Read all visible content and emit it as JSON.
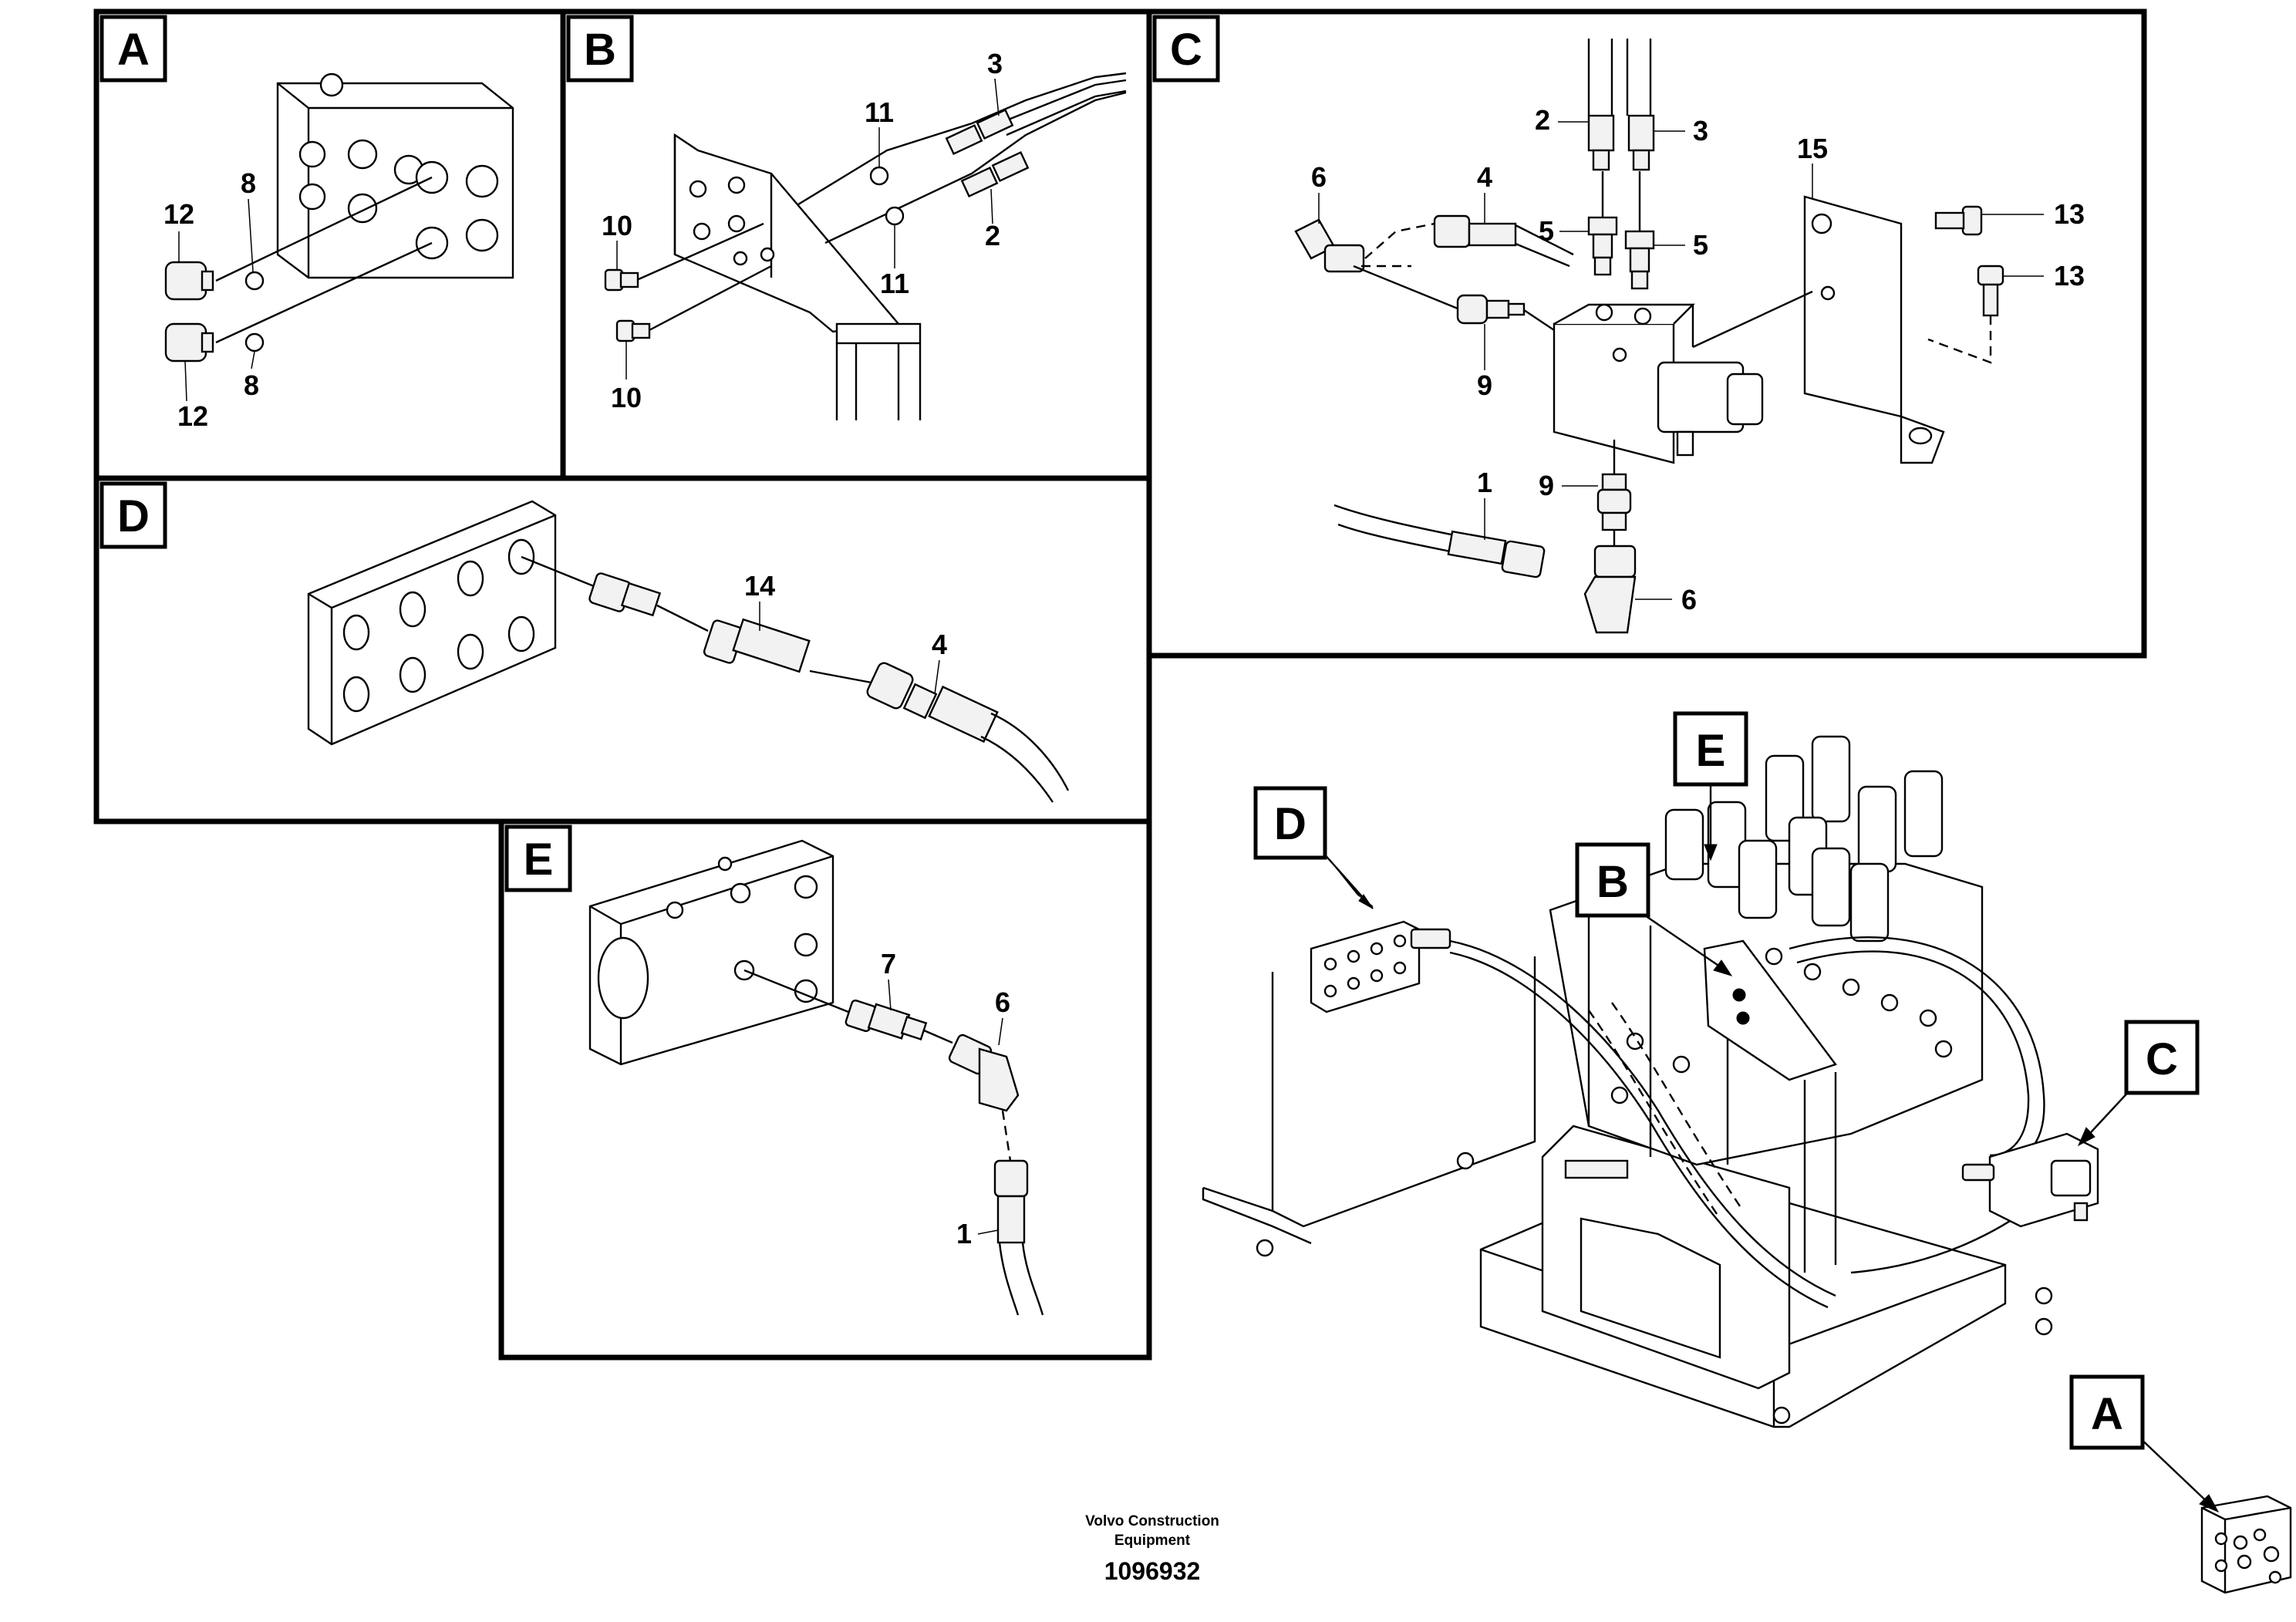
{
  "panels": {
    "A": {
      "label": "A",
      "callouts": {
        "c12a": "12",
        "c8a": "8",
        "c12b": "12",
        "c8b": "8"
      }
    },
    "B": {
      "label": "B",
      "callouts": {
        "c3": "3",
        "c11a": "11",
        "c10a": "10",
        "c2": "2",
        "c11b": "11",
        "c10b": "10"
      }
    },
    "C": {
      "label": "C",
      "callouts": {
        "c2": "2",
        "c3": "3",
        "c15": "15",
        "c6a": "6",
        "c4": "4",
        "c5a": "5",
        "c5b": "5",
        "c13a": "13",
        "c13b": "13",
        "c9a": "9",
        "c1": "1",
        "c9b": "9",
        "c6b": "6"
      }
    },
    "D": {
      "label": "D",
      "callouts": {
        "c14": "14",
        "c4": "4"
      }
    },
    "E": {
      "label": "E",
      "callouts": {
        "c7": "7",
        "c6": "6",
        "c1": "1"
      }
    }
  },
  "overview": {
    "pointers": {
      "D": "D",
      "E": "E",
      "B": "B",
      "C": "C",
      "A": "A"
    }
  },
  "footer": {
    "company_line1": "Volvo Construction",
    "company_line2": "Equipment",
    "drawing_number": "1096932"
  }
}
